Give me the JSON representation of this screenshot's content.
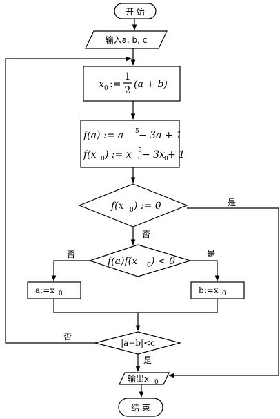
{
  "flowchart": {
    "start": {
      "label": "开 始"
    },
    "input": {
      "label": "输入a, b, c"
    },
    "assign_x0": {
      "lhs": "x",
      "sub": "0",
      "op": ":=",
      "frac_num": "1",
      "frac_den": "2",
      "rhs": "(a + b)"
    },
    "compute_f": {
      "line1": {
        "lhs": "f(a) := a",
        "exp": "5",
        "rest": " − 3a + 1"
      },
      "line2": {
        "lhs_f": "f(x",
        "lhs_sub": "0",
        "lhs_close": ") := x",
        "exp_sub": "0",
        "exp": "5",
        "rest1": " − 3x",
        "rest_sub": "0",
        "rest2": " + 1"
      }
    },
    "decision_root": {
      "label_pre": "f(x",
      "label_sub": "0",
      "label_post": ") := 0",
      "yes": "是",
      "no": "否"
    },
    "decision_sign": {
      "label_pre": "f(a)f(x",
      "label_sub": "0",
      "label_post": ") < 0",
      "yes": "是",
      "no": "否"
    },
    "assign_a": {
      "label_pre": "a:=x",
      "label_sub": "0"
    },
    "assign_b": {
      "label_pre": "b:=x",
      "label_sub": "0"
    },
    "decision_tol": {
      "label": "|a−b|<c",
      "yes": "是",
      "no": "否"
    },
    "output": {
      "label_pre": "输出x",
      "label_sub": "0"
    },
    "end": {
      "label": "结 束"
    }
  }
}
